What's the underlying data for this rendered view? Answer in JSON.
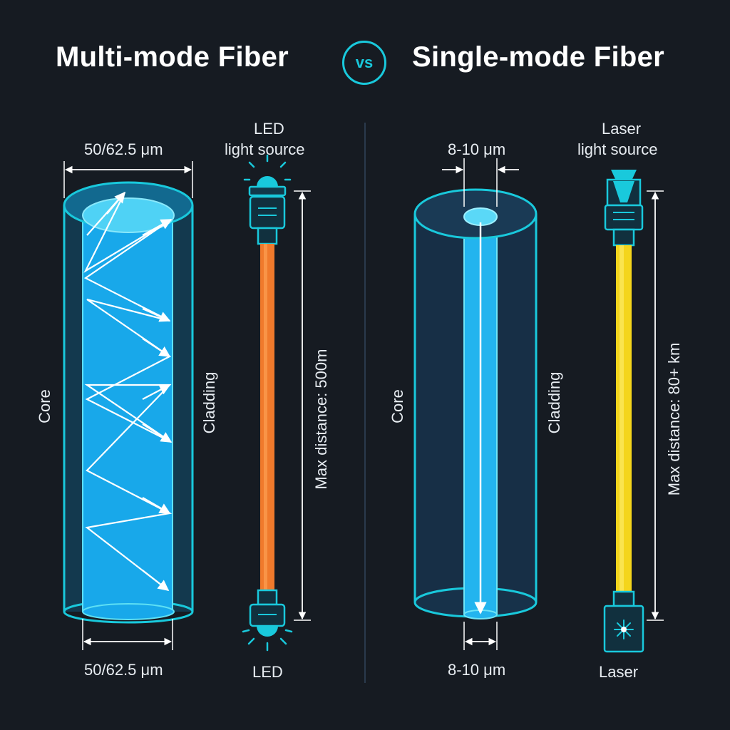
{
  "header": {
    "left_title": "Multi-mode Fiber",
    "vs": "vs",
    "right_title": "Single-mode Fiber"
  },
  "multimode": {
    "top_width": "50/62.5 μm",
    "bottom_width": "50/62.5 μm",
    "core_label": "Core",
    "cladding_label": "Cladding",
    "source_label_1": "LED",
    "source_label_2": "light source",
    "receiver_label": "LED",
    "max_distance": "Max distance: 500m",
    "cable_color": "#f07a2c"
  },
  "singlemode": {
    "top_width": "8-10 μm",
    "bottom_width": "8-10 μm",
    "core_label": "Core",
    "cladding_label": "Cladding",
    "source_label_1": "Laser",
    "source_label_2": "light source",
    "receiver_label": "Laser",
    "max_distance": "Max distance: 80+ km",
    "cable_color": "#f4d51c"
  },
  "colors": {
    "accent": "#19c9dc",
    "background": "#161b22",
    "multimode_core": "#1aa6e8",
    "singlemode_core": "#23b4ee"
  }
}
